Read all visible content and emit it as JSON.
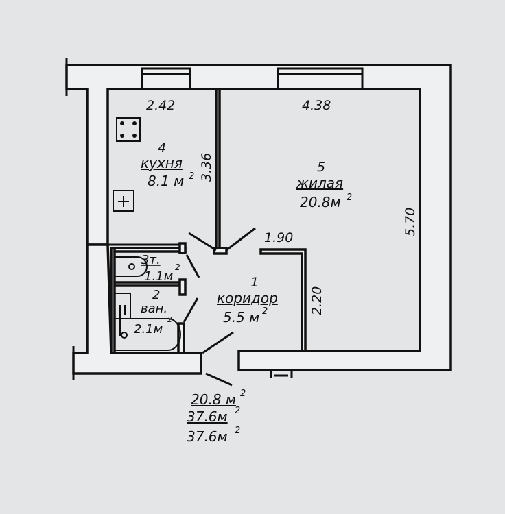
{
  "rooms": [
    {
      "number": "1",
      "name": "коридор",
      "area": "5.5 м",
      "sup": "2"
    },
    {
      "number": "2",
      "name": "ван.",
      "area": "2.1м",
      "sup": "2"
    },
    {
      "number": "3",
      "name": "3т.",
      "area": "1.1м",
      "sup": "2"
    },
    {
      "number": "4",
      "name": "кухня",
      "area": "8.1 м",
      "sup": "2"
    },
    {
      "number": "5",
      "name": "жилая",
      "area": "20.8м",
      "sup": "2"
    }
  ],
  "dimensions": {
    "kitchen_width": "2.42",
    "kitchen_length": "3.36",
    "room_width": "4.38",
    "room_length": "5.70",
    "corridor_width": "1.90",
    "corridor_length": "2.20"
  },
  "totals": {
    "living": "20.8 м",
    "total": "37.6м",
    "overall": "37.6м",
    "sup": "2"
  }
}
